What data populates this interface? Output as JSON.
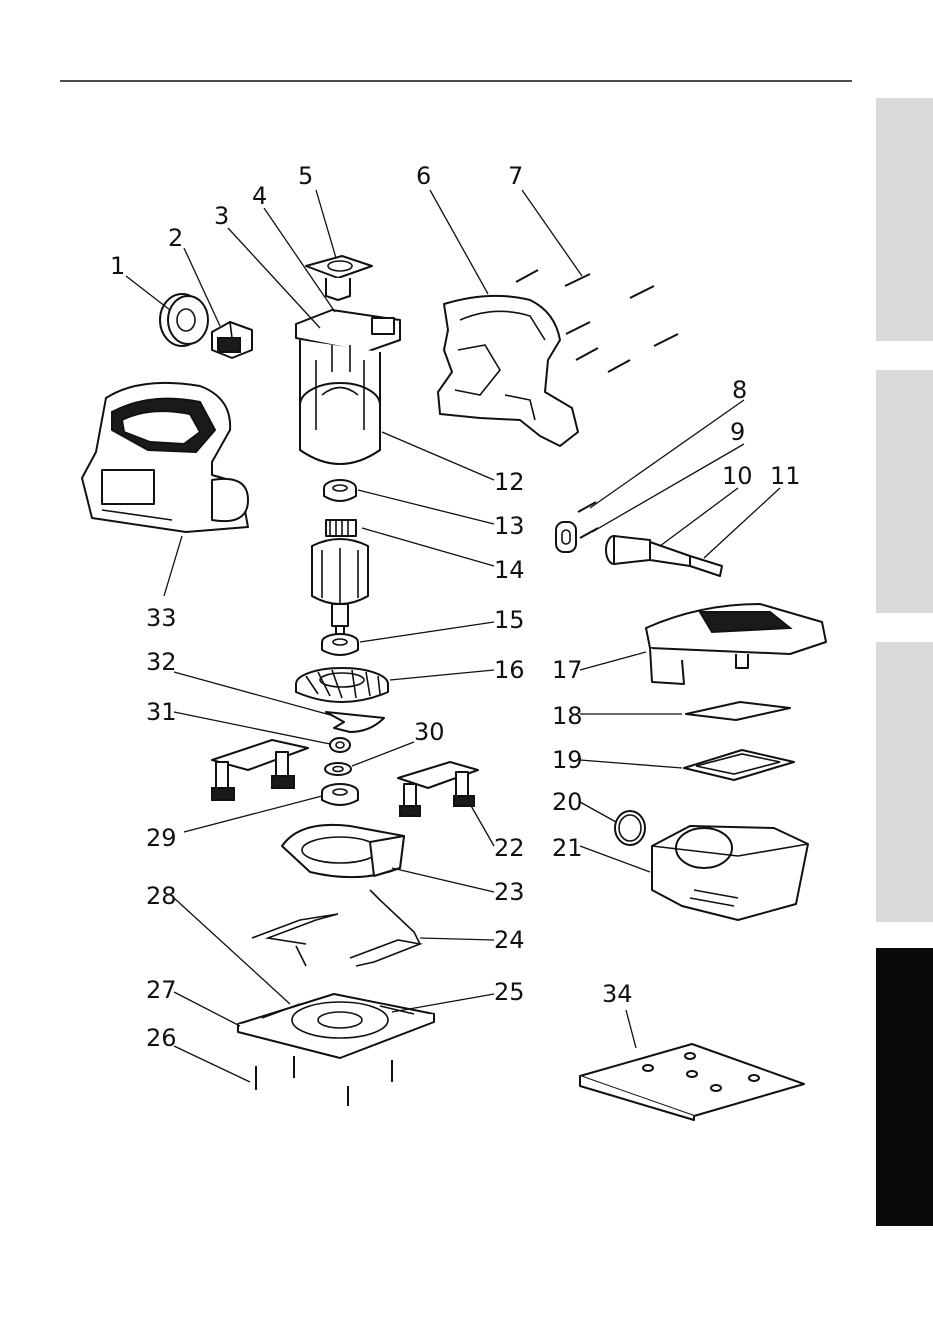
{
  "callouts": [
    {
      "id": "c1",
      "label": "1"
    },
    {
      "id": "c2",
      "label": "2"
    },
    {
      "id": "c3",
      "label": "3"
    },
    {
      "id": "c4",
      "label": "4"
    },
    {
      "id": "c5",
      "label": "5"
    },
    {
      "id": "c6",
      "label": "6"
    },
    {
      "id": "c7",
      "label": "7"
    },
    {
      "id": "c8",
      "label": "8"
    },
    {
      "id": "c9",
      "label": "9"
    },
    {
      "id": "c10",
      "label": "10"
    },
    {
      "id": "c11",
      "label": "11"
    },
    {
      "id": "c12",
      "label": "12"
    },
    {
      "id": "c13",
      "label": "13"
    },
    {
      "id": "c14",
      "label": "14"
    },
    {
      "id": "c15",
      "label": "15"
    },
    {
      "id": "c16",
      "label": "16"
    },
    {
      "id": "c17",
      "label": "17"
    },
    {
      "id": "c18",
      "label": "18"
    },
    {
      "id": "c19",
      "label": "19"
    },
    {
      "id": "c20",
      "label": "20"
    },
    {
      "id": "c21",
      "label": "21"
    },
    {
      "id": "c22",
      "label": "22"
    },
    {
      "id": "c23",
      "label": "23"
    },
    {
      "id": "c24",
      "label": "24"
    },
    {
      "id": "c25",
      "label": "25"
    },
    {
      "id": "c26",
      "label": "26"
    },
    {
      "id": "c27",
      "label": "27"
    },
    {
      "id": "c28",
      "label": "28"
    },
    {
      "id": "c29",
      "label": "29"
    },
    {
      "id": "c30",
      "label": "30"
    },
    {
      "id": "c31",
      "label": "31"
    },
    {
      "id": "c32",
      "label": "32"
    },
    {
      "id": "c33",
      "label": "33"
    },
    {
      "id": "c34",
      "label": "34"
    }
  ],
  "side_tabs": [
    {
      "state": "inactive"
    },
    {
      "state": "inactive"
    },
    {
      "state": "inactive"
    },
    {
      "state": "active"
    }
  ],
  "colors": {
    "ink": "#111111",
    "tab_inactive": "#d9d9d9",
    "tab_active": "#0a0a0a"
  }
}
